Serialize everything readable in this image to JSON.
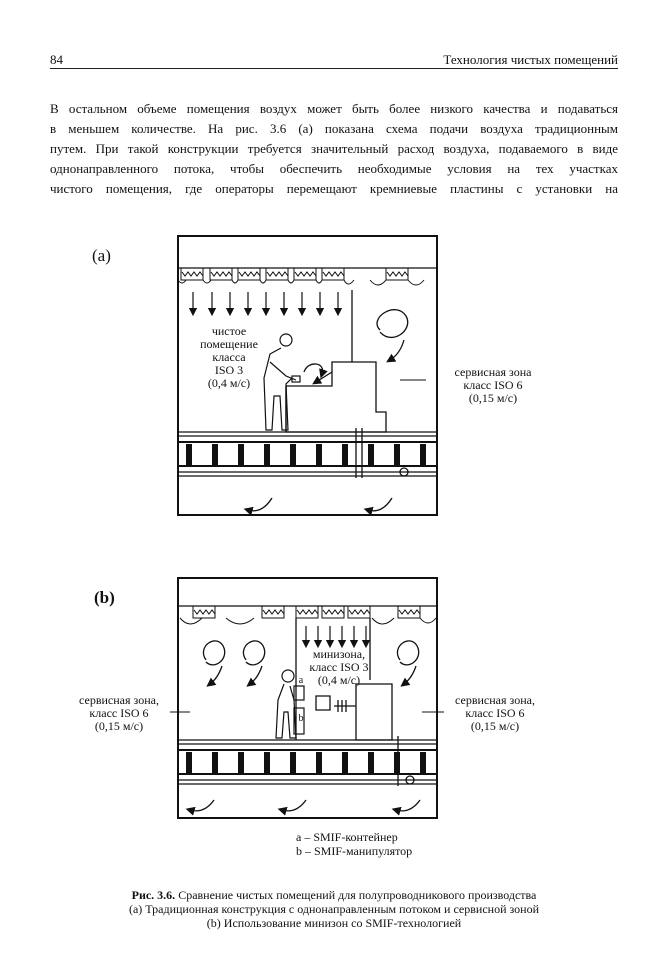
{
  "header": {
    "page_number": "84",
    "running_title": "Технология чистых помещений"
  },
  "body_lines": [
    "В остальном объеме помещения воздух может быть более низкого качества и подаваться",
    "в меньшем количестве. На рис. 3.6 (а) показана схема подачи воздуха традиционным",
    "путем. При такой конструкции требуется значительный расход воздуха, подаваемого в виде",
    "однонаправленного потока, чтобы обеспечить необходимые условия на тех участках",
    "чистого помещения, где операторы перемещают кремниевые пластины с установки на"
  ],
  "figure_a": {
    "letter": "(a)",
    "clean_room": [
      "чистое",
      "помещение",
      "класса",
      "ISO 3",
      "(0,4 м/с)"
    ],
    "service_zone": [
      "сервисная зона",
      "класс ISO 6",
      "(0,15 м/с)"
    ]
  },
  "figure_b": {
    "letter": "(b)",
    "service_left": [
      "сервисная зона,",
      "класс ISO 6",
      "(0,15 м/с)"
    ],
    "minizone": [
      "минизона,",
      "класс ISO 3",
      "(0,4 м/с)"
    ],
    "service_right": [
      "сервисная зона,",
      "класс ISO 6",
      "(0,15 м/с)"
    ],
    "marker_a": "a",
    "marker_b": "b"
  },
  "legend": [
    "a – SMIF-контейнер",
    "b – SMIF-манипулятор"
  ],
  "caption": {
    "label": "Рис. 3.6.",
    "line1": "Сравнение чистых помещений для полупроводникового производства",
    "line2": "(a) Традиционная конструкция с однонаправленным потоком и сервисной зоной",
    "line3": "(b) Использование минизон со SMIF-технологией"
  }
}
